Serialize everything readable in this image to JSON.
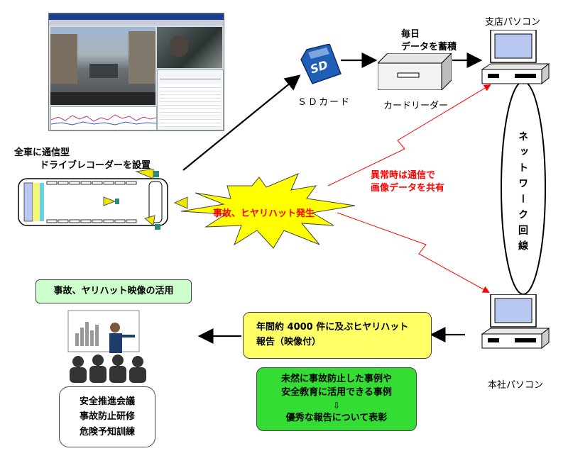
{
  "labels": {
    "sd_card": "ＳＤカード",
    "sd_logo": "SD",
    "daily_line1": "毎日",
    "daily_line2": "データを蓄積",
    "card_reader": "カードリーダー",
    "branch_pc": "支店パソコン",
    "head_pc": "本社パソコン",
    "all_cars_line1": "全車に通信型",
    "all_cars_line2": "ドライブレコーダーを設置",
    "abnormal_line1": "異常時は通信で",
    "abnormal_line2": "画像データを共有",
    "incident": "事故、ヒヤリハット発生",
    "network": "ネットワーク回線",
    "usage_title": "事故、ヤリハット映像の活用",
    "report_line1": "年間約 4000 件に及ぶヒヤリハット",
    "report_line2": "報告（映像付）",
    "award_line1": "未然に事故防止した事例や",
    "award_line2": "安全教育に活用できる事例",
    "award_arrow": "⇩",
    "award_line3": "優秀な報告について表彰",
    "training_1": "安全推進会議",
    "training_2": "事故防止研修",
    "training_3": "危険予知訓練"
  },
  "colors": {
    "incident_burst": "#ffff00",
    "incident_text": "#ff0000",
    "report_box": "#ffff66",
    "award_box": "#33dd33",
    "usage_box": "#ccffcc",
    "red_line": "#ff0000",
    "camera_yellow": "#f2e600",
    "camera_teal": "#2a8c80",
    "sd_blue": "#1f5fb8"
  },
  "icons": {
    "screenshot": "drive-recorder-software-screenshot",
    "bus": "bus-top-view-icon",
    "sd": "sd-card-icon",
    "reader": "card-reader-icon",
    "pc": "desktop-pc-icon",
    "meeting": "meeting-presentation-icon"
  }
}
